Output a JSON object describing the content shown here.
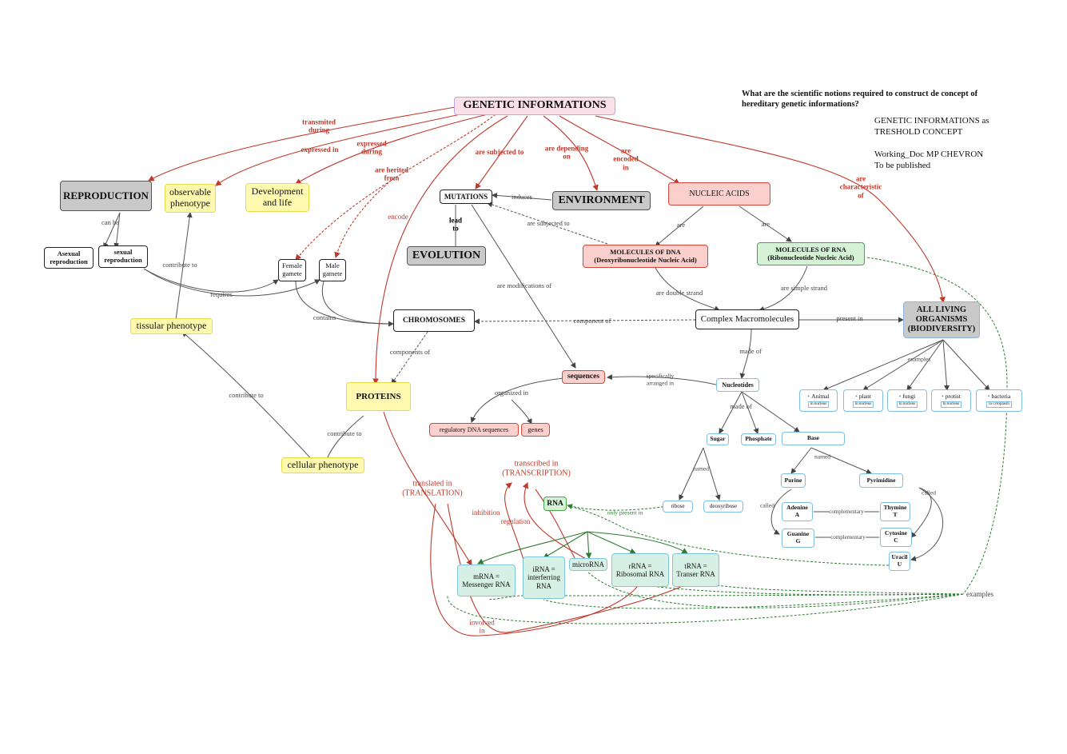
{
  "header": {
    "question": "What are the scientific notions required to construct de concept of hereditary genetic informations?",
    "note1": "GENETIC INFORMATIONS as",
    "note2": "TRESHOLD CONCEPT",
    "note3": "Working_Doc MP CHEVRON",
    "note4": "To be published"
  },
  "nodes": {
    "genetic": "GENETIC INFORMATIONS",
    "reproduction": "REPRODUCTION",
    "observable": "observable phenotype",
    "development": "Development and life",
    "asexual": "Asexual reproduction",
    "sexual": "sexual reproduction",
    "female": "Female gamete",
    "male": "Male gamete",
    "tissular": "tissular phenotype",
    "cellular": "cellular phenotype",
    "proteins": "PROTEINS",
    "mutations": "MUTATIONS",
    "environment": "ENVIRONMENT",
    "evolution": "EVOLUTION",
    "chromosomes": "CHROMOSOMES",
    "nucleic": "NUCLEIC ACIDS",
    "dna": "MOLECULES OF DNA (Deoxyribonucleotide Nucleic Acid)",
    "rna_mol": "MOLECULES OF RNA (Ribonucleotide Nucleic Acid)",
    "complex": "Complex Macromolecules",
    "living": "ALL LIVING ORGANISMS (BIODIVERSITY)",
    "sequences": "sequences",
    "regulatory": "regulatory DNA sequences",
    "genes": "genes",
    "nucleotides": "Nucleotides",
    "sugar": "Sugar",
    "phosphate": "Phosphate",
    "base": "Base",
    "ribose": "ribose",
    "deoxyribose": "deoxyribose",
    "purine": "Purine",
    "pyrimidine": "Pyrimidine",
    "adenine": "Adenine A",
    "guanine": "Guanine G",
    "thymine": "Thymine T",
    "cytosine": "Cytosine C",
    "uracil": "Uracil U",
    "rna": "RNA",
    "mrna": "mRNA = Messenger RNA",
    "irna": "iRNA = interferring RNA",
    "microrna": "microRNA",
    "rrna": "rRNA = Ribosomal RNA",
    "trna": "tRNA = Transer RNA",
    "animal": "Animal",
    "plant": "plant",
    "fungi": "fungi",
    "protist": "protist",
    "bacteria": "bacteria",
    "in_nucleus": "in nucleus",
    "in_cytoplasm": "in cytoplasm"
  },
  "links": {
    "transmited_during": "transmited during",
    "expressed_in": "expressed in",
    "expressed_during": "expressed during",
    "are_herited_from": "are herited from",
    "encode": "encode",
    "are_subjected_to": "are subjected to",
    "are_depending_on": "are depending on",
    "are_encoded_in": "are encoded in",
    "are_characteristic_of": "are characteristic of",
    "can_be": "can be",
    "contribute_to": "contribute to",
    "requires": "requires",
    "contains": "contains",
    "induces": "induces",
    "lead_to": "lead to",
    "are_subjected_to2": "are subjected to",
    "are_modifications_of": "are modifications of",
    "are1": "are",
    "are2": "are",
    "are_double_strand": "are double strand",
    "are_simple_strand": "are simple strand",
    "component_of": "component of",
    "components_of": "components of",
    "present_in": "present in",
    "made_of": "made of",
    "made_of2": "made of",
    "examples": "examples",
    "specifically_arranged_in": "specifically arranged in",
    "organized_in": "organized in",
    "contribute_to2": "contribute to",
    "contribute_to3": "contribute to",
    "named": "named",
    "named2": "named",
    "called": "called",
    "called2": "called",
    "complementary": "complementary",
    "complementary2": "complementary",
    "transcribed_in": "transcribed in (TRANSCRIPTION)",
    "translated_in": "translated in (TRANSLATION)",
    "inhibition": "inhibition",
    "regulation": "regulation",
    "only_present_in": "only present in",
    "involved_in": "involved in",
    "examples2": "examples"
  },
  "colors": {
    "red_link": "#c0392b",
    "grey_link": "#555555",
    "green_link": "#2e7d32",
    "title_fill": "#fbe0ea",
    "yellow_fill": "#fffab0",
    "pink_fill": "#fbd0cc",
    "green_fill": "#d6f2d6"
  }
}
